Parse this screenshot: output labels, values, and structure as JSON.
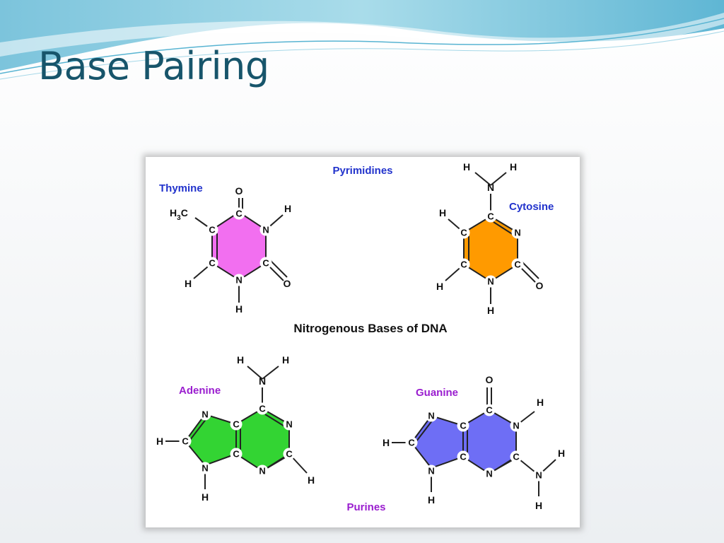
{
  "slide": {
    "title": "Base Pairing"
  },
  "figure": {
    "caption": "Nitrogenous Bases of DNA",
    "groups": {
      "pyrimidines": "Pyrimidines",
      "purines": "Purines"
    },
    "bases": {
      "thymine": {
        "name": "Thymine",
        "color": "#f26ff0"
      },
      "cytosine": {
        "name": "Cytosine",
        "color": "#ff9a00"
      },
      "adenine": {
        "name": "Adenine",
        "color": "#33d433"
      },
      "guanine": {
        "name": "Guanine",
        "color": "#6e6ef5"
      }
    },
    "colors": {
      "pyrimidine_label": "#2233cc",
      "purine_label": "#9a1ecf",
      "title": "#17556b"
    },
    "atoms": {
      "carbon": "C",
      "nitrogen": "N",
      "oxygen": "O",
      "hydrogen": "H",
      "methyl_h": "H",
      "methyl_sub": "3",
      "methyl_c": "C"
    }
  }
}
